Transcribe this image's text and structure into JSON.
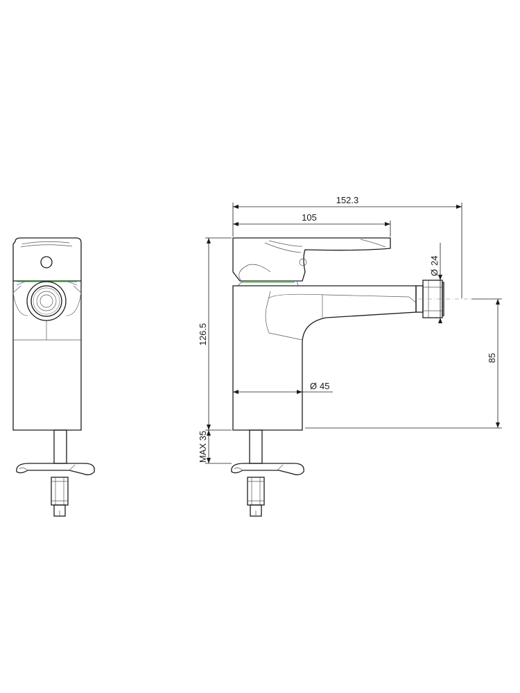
{
  "dimensions": {
    "overall_length": "152.3",
    "spout_lever_length": "105",
    "total_height": "126.5",
    "deck_thickness_max": "MAX 35",
    "outlet_height": "85",
    "body_diameter": "45",
    "outlet_diameter": "24",
    "diameter_symbol": "Ø"
  },
  "colors": {
    "line": "#1a1a1a",
    "accent_green": "#39c23a",
    "accent_purple": "#8a5bd6"
  }
}
